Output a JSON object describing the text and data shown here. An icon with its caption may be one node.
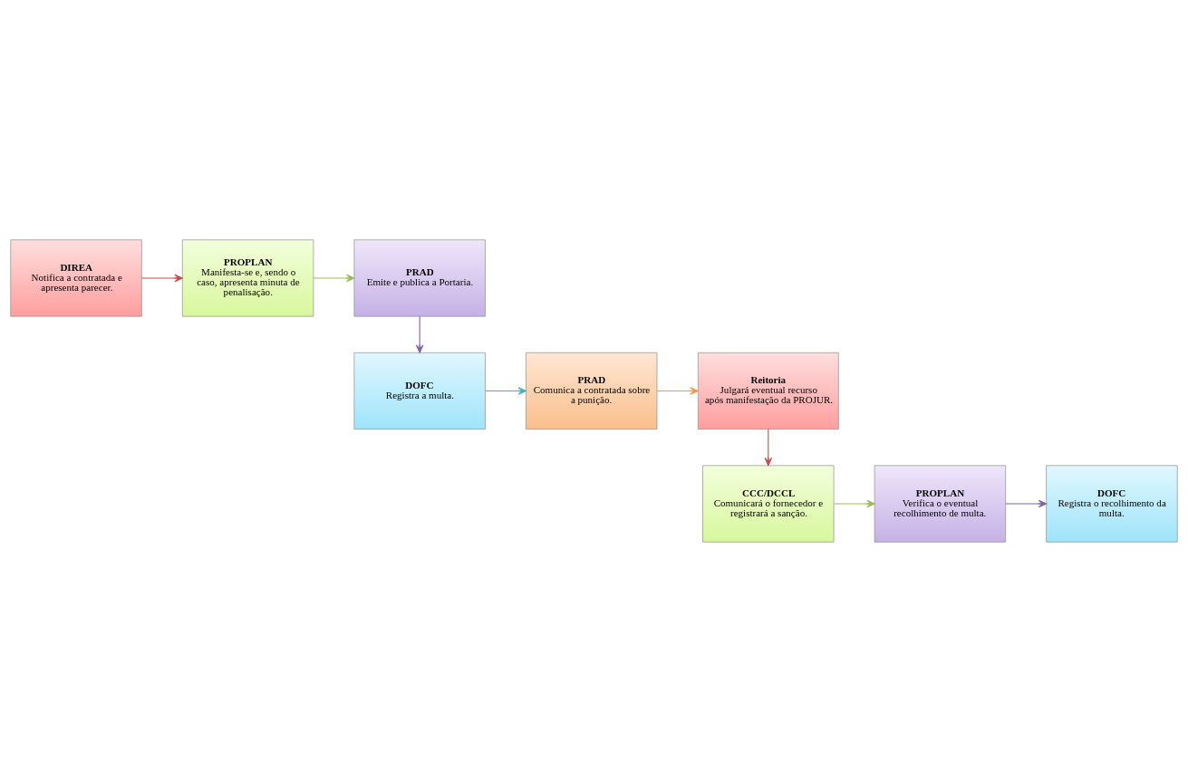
{
  "diagram": {
    "nodes": [
      {
        "text": [
          "DIREA",
          "Notifica a contratada e apresenta parecer."
        ]
      },
      {
        "text": [
          "PROPLAN",
          "Manifesta-se e, sendo o caso, apresenta minuta de penalisação."
        ]
      },
      {
        "text": [
          "PRAD",
          "Emite e publica a Portaria."
        ]
      },
      {
        "text": [
          "DOFC",
          "Registra a multa."
        ]
      },
      {
        "text": [
          "PRAD",
          "Comunica a contratada sobre a punição."
        ]
      },
      {
        "text": [
          "Reitoria",
          "Julgará eventual recurso após manifestação da PROJUR."
        ]
      },
      {
        "text": [
          "CCC/DCCL",
          "Comunicará o fornecedor e registrará a sanção."
        ]
      },
      {
        "text": [
          "PROPLAN",
          "Verifica o eventual recolhimento de multa."
        ]
      },
      {
        "text": [
          "DOFC",
          "Registra o recolhimento da multa."
        ]
      }
    ],
    "edges": [
      {
        "from": 0,
        "to": 1,
        "arrow": "to",
        "color": "#c0504d"
      },
      {
        "from": 1,
        "to": 2,
        "arrow": "to",
        "color": "#9bbb59"
      },
      {
        "from": 2,
        "to": 3,
        "arrow": "to",
        "color": "#8064a2"
      },
      {
        "from": 3,
        "to": 4,
        "arrow": "to",
        "color": "#4bacc6"
      },
      {
        "from": 4,
        "to": 5,
        "arrow": "to",
        "color": "#f79646"
      },
      {
        "from": 5,
        "to": 6,
        "arrow": "to",
        "color": "#c0504d"
      },
      {
        "from": 6,
        "to": 7,
        "arrow": "to",
        "color": "#9bbb59"
      },
      {
        "from": 7,
        "to": 8,
        "arrow": "to",
        "color": "#8064a2"
      }
    ]
  }
}
